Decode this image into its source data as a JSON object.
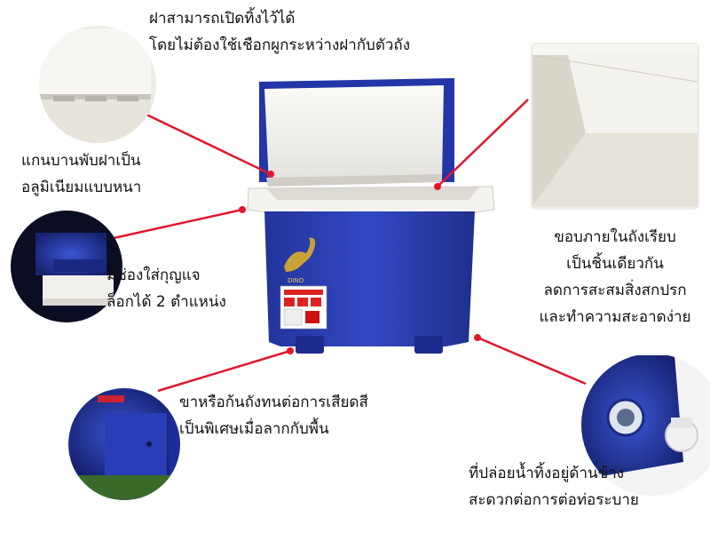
{
  "captions": {
    "lid": [
      "ฝาสามารถเปิดทิ้งไว้ได้",
      "โดยไม่ต้องใช้เชือกผูกระหว่างฝากับตัวถัง"
    ],
    "hinge": [
      "แกนบานพับฝาเป็น",
      "อลูมิเนียมแบบหนา"
    ],
    "lock": [
      "มีช่องใส่กุญแจ",
      "ล็อกได้ 2 ตำแหน่ง"
    ],
    "legs": [
      "ขาหรือก้นถังทนต่อการเสียดสี",
      "เป็นพิเศษเมื่อลากกับพื้น"
    ],
    "inner": [
      "ขอบภายในถังเรียบ",
      "เป็นชิ้นเดียวกัน",
      "ลดการสะสมสิ่งสกปรก",
      "และทำความสะอาดง่าย"
    ],
    "drain": [
      "ที่ปล่อยน้ำทิ้งอยู่ด้านข้าง",
      "สะดวกต่อการต่อท่อระบาย"
    ]
  },
  "colors": {
    "body_blue": "#2a3fb0",
    "body_blue_dark": "#1c2a86",
    "lid_white": "#f3f2ee",
    "callout_red": "#e0182d"
  },
  "icons": {
    "logo": "dinosaur-logo",
    "sticker": "product-label"
  }
}
